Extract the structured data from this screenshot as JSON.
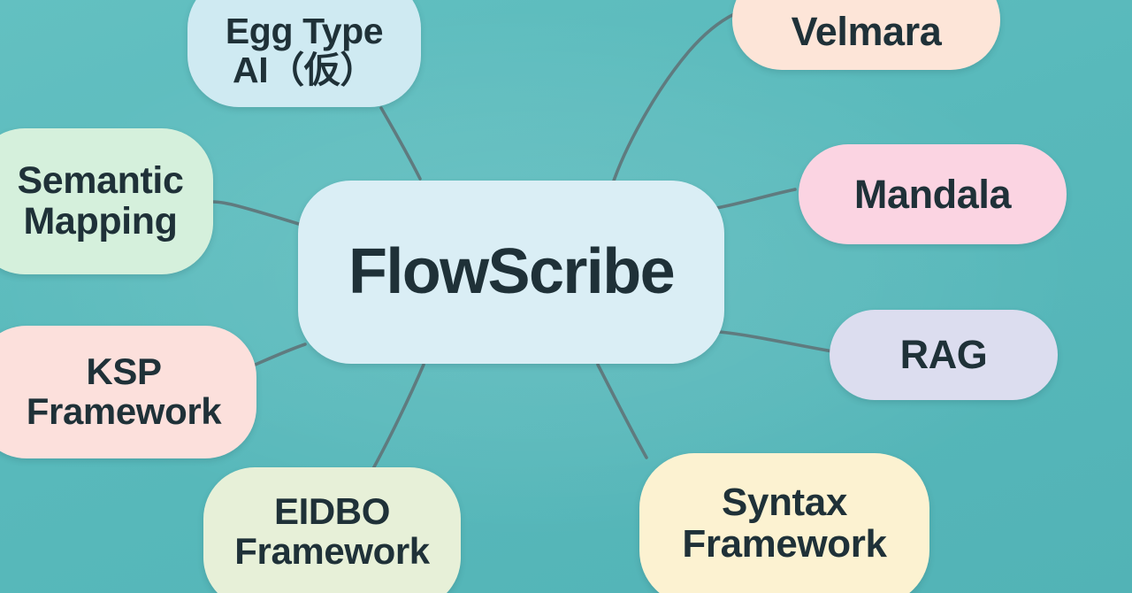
{
  "diagram": {
    "title": "FlowScribe",
    "type": "mind-map",
    "background_color": "#5bbcbe",
    "connector_color": "#5f7b7f",
    "text_color": "#1f3138"
  },
  "center_node": {
    "id": "flowscribe",
    "label": "FlowScribe",
    "fill": "#daeef5"
  },
  "nodes": [
    {
      "id": "egg-type-ai",
      "label": "Egg Type\nAI（仮）",
      "fill": "#cfeaf2",
      "position": "top-left"
    },
    {
      "id": "velmara",
      "label": "Velmara",
      "fill": "#fde5d8",
      "position": "top-right"
    },
    {
      "id": "mandala",
      "label": "Mandala",
      "fill": "#fbd4e2",
      "position": "right-upper"
    },
    {
      "id": "rag",
      "label": "RAG",
      "fill": "#dcddef",
      "position": "right-lower"
    },
    {
      "id": "syntax-framework",
      "label": "Syntax\nFramework",
      "fill": "#fcf2d1",
      "position": "bottom-right"
    },
    {
      "id": "eidbo-framework",
      "label": "EIDBO\nFramework",
      "fill": "#e7f0d8",
      "position": "bottom-left"
    },
    {
      "id": "ksp-framework",
      "label": "KSP\nFramework",
      "fill": "#fce0dc",
      "position": "left-lower"
    },
    {
      "id": "semantic-mapping",
      "label": "Semantic\nMapping",
      "fill": "#d5f0dc",
      "position": "left-upper"
    }
  ],
  "connectors": [
    {
      "from": "flowscribe",
      "to": "egg-type-ai"
    },
    {
      "from": "flowscribe",
      "to": "velmara"
    },
    {
      "from": "flowscribe",
      "to": "mandala"
    },
    {
      "from": "flowscribe",
      "to": "rag"
    },
    {
      "from": "flowscribe",
      "to": "syntax-framework"
    },
    {
      "from": "flowscribe",
      "to": "eidbo-framework"
    },
    {
      "from": "flowscribe",
      "to": "ksp-framework"
    },
    {
      "from": "flowscribe",
      "to": "semantic-mapping"
    }
  ]
}
